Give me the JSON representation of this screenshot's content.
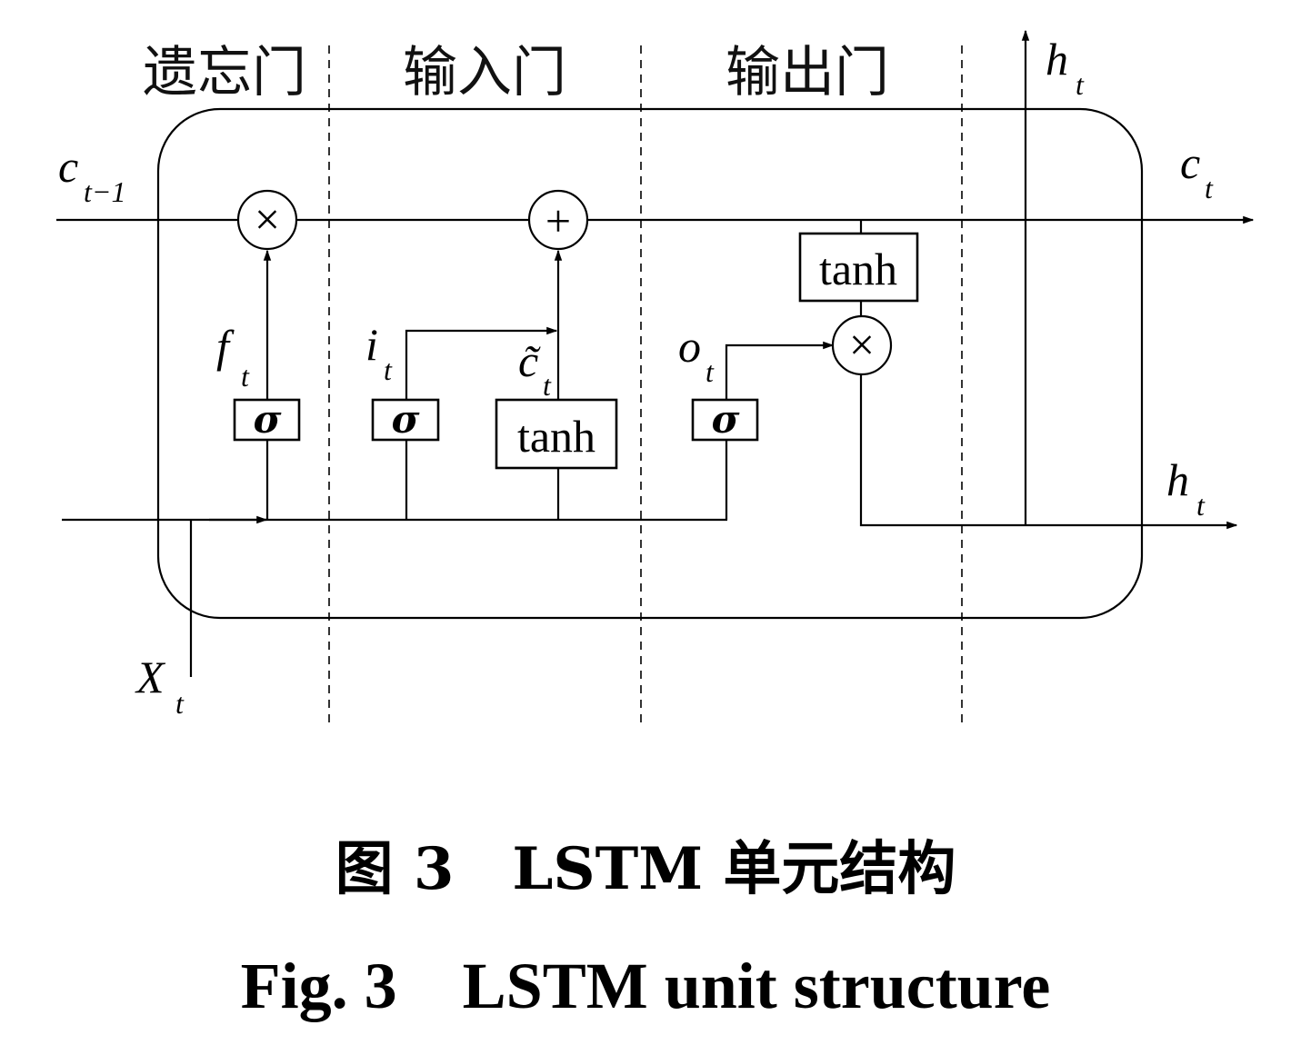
{
  "gates": {
    "forget": "遗忘门",
    "input": "输入门",
    "output": "输出门"
  },
  "blocks": {
    "sigma": "σ",
    "tanh": "tanh"
  },
  "operators": {
    "multiply": "×",
    "add": "+"
  },
  "variables": {
    "c_prev": {
      "base": "c",
      "sub": "t−1"
    },
    "c_t": {
      "base": "c",
      "sub": "t"
    },
    "h_t_top": {
      "base": "h",
      "sub": "t"
    },
    "h_t_right": {
      "base": "h",
      "sub": "t"
    },
    "x_t": {
      "base": "X",
      "sub": "t"
    },
    "f_t": {
      "base": "f",
      "sub": "t"
    },
    "i_t": {
      "base": "i",
      "sub": "t"
    },
    "c_tilde": {
      "base": "c̃",
      "sub": "t"
    },
    "o_t": {
      "base": "o",
      "sub": "t"
    }
  },
  "caption": {
    "cn": "图 3　LSTM 单元结构",
    "en": "Fig. 3　LSTM unit structure"
  }
}
